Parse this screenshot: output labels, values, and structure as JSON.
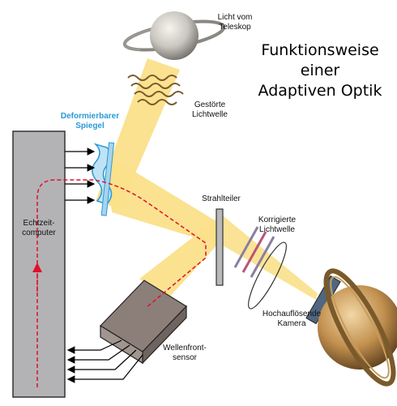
{
  "title": {
    "line1": "Funktionsweise",
    "line2": "einer",
    "line3": "Adaptiven Optik"
  },
  "labels": {
    "light_from_telescope": "Licht vom\nTeleskop",
    "disturbed_wave": "Gestörte\nLichtwelle",
    "deformable_mirror": "Deformierbarer\nSpiegel",
    "realtime_computer": "Echtzeit-\ncomputer",
    "beam_splitter": "Strahlteiler",
    "corrected_wave": "Korrigierte\nLichtwelle",
    "wavefront_sensor": "Wellenfront-\nsensor",
    "camera": "Hochauflösende\nKamera"
  },
  "colors": {
    "beam": "#fbe08a",
    "beam_edge": "#f1c85a",
    "computer": "#b3b3b6",
    "sensor": "#8c7f79",
    "mirror": "#bfe3f5",
    "signal_path": "#e0102a",
    "label_blue": "#2a9ad8",
    "planet": "#c89a5c"
  },
  "icons": [
    "saturn-small-icon",
    "saturn-large-icon"
  ]
}
